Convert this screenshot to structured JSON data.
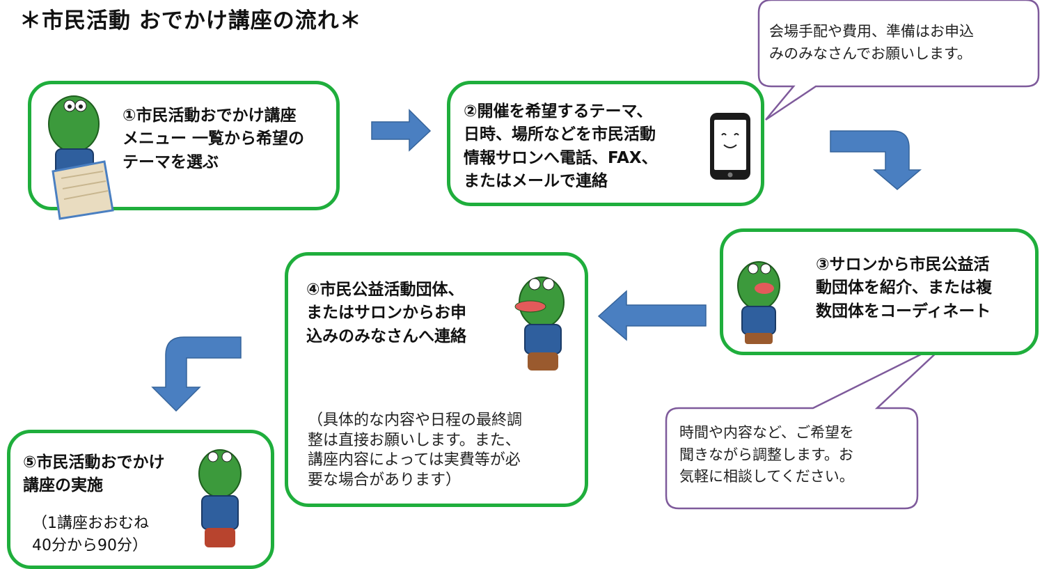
{
  "title": "＊市民活動 おでかけ講座の流れ＊",
  "steps": [
    {
      "text": "①市民活動おでかけ講座\nメニュー 一覧から希望の\nテーマを選ぶ"
    },
    {
      "text": "②開催を希望するテーマ、\n日時、場所などを市民活動\n情報サロンへ電話、FAX、\nまたはメールで連絡"
    },
    {
      "text": "③サロンから市民公益活\n動団体を紹介、または複\n数団体をコーディネート"
    },
    {
      "text": "④市民公益活動団体、\nまたはサロンからお申\n込みのみなさんへ連絡",
      "note": "（具体的な内容や日程の最終調\n整は直接お願いします。また、\n講座内容によっては実費等が必\n要な場合があります）"
    },
    {
      "text": "⑤市民活動おでかけ\n講座の実施",
      "note": "（1講座おおむね\n 40分から90分）"
    }
  ],
  "bubbles": [
    {
      "text": "会場手配や費用、準備はお申込\nみのみなさんでお願いします。"
    },
    {
      "text": "時間や内容など、ご希望を\n聞きながら調整します。お\n気軽に相談してください。"
    }
  ],
  "colors": {
    "step_border": "#1fae3c",
    "arrow": "#4a7fc1",
    "bubble_border": "#7e5a9b",
    "mascot": "#3c9a3c"
  }
}
